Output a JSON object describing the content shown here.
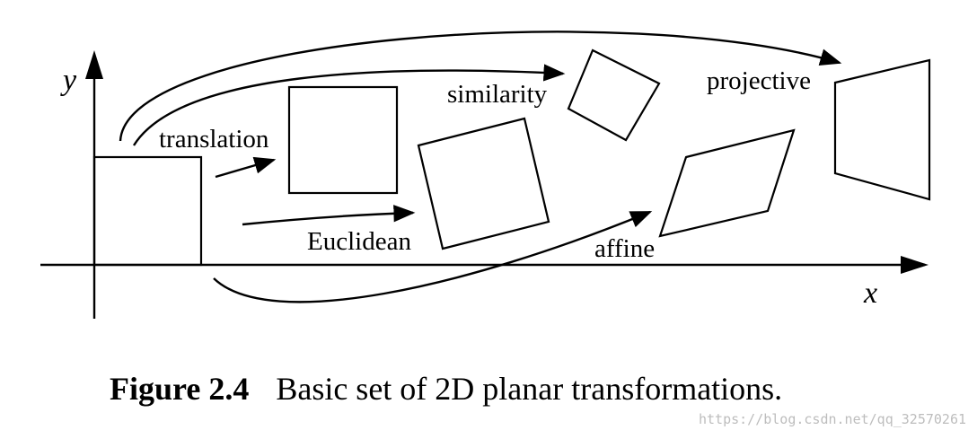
{
  "diagram": {
    "axes": {
      "x_label": "x",
      "y_label": "y"
    },
    "transformations": [
      {
        "id": "translation",
        "label": "translation"
      },
      {
        "id": "euclidean",
        "label": "Euclidean"
      },
      {
        "id": "similarity",
        "label": "similarity"
      },
      {
        "id": "affine",
        "label": "affine"
      },
      {
        "id": "projective",
        "label": "projective"
      }
    ]
  },
  "caption": {
    "number": "Figure 2.4",
    "text": "Basic set of 2D planar transformations."
  },
  "watermark": "https://blog.csdn.net/qq_32570261"
}
